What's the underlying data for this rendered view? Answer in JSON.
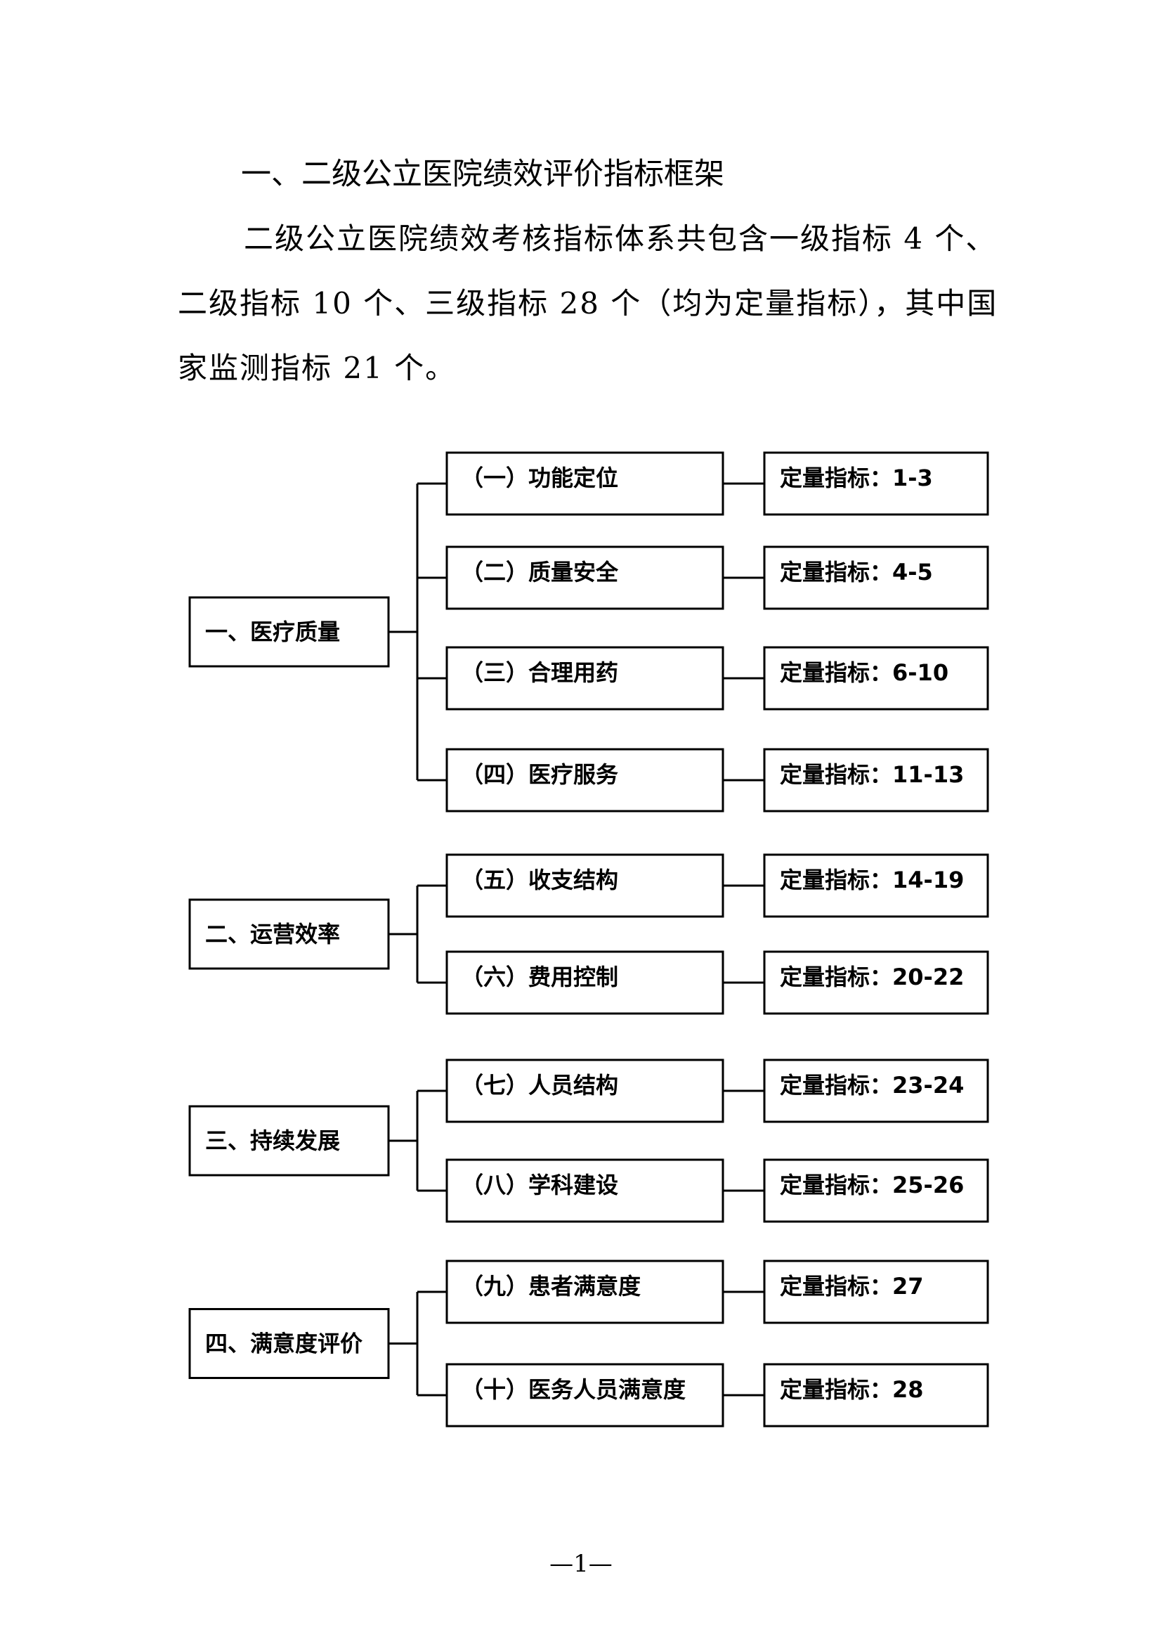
{
  "document": {
    "heading": "一、二级公立医院绩效评价指标框架",
    "paragraph_lines": [
      "二级公立医院绩效考核指标体系共包含一级指标 4 个、",
      "二级指标 10 个、三级指标 28 个（均为定量指标），其中国",
      "家监测指标 21 个。"
    ],
    "page_number": "—1—"
  },
  "framework": {
    "groups": [
      {
        "label": "一、医疗质量",
        "children": [
          {
            "label": "（一）功能定位",
            "indicator": "定量指标：1-3"
          },
          {
            "label": "（二）质量安全",
            "indicator": "定量指标：4-5"
          },
          {
            "label": "（三）合理用药",
            "indicator": "定量指标：6-10"
          },
          {
            "label": "（四）医疗服务",
            "indicator": "定量指标：11-13"
          }
        ]
      },
      {
        "label": "二、运营效率",
        "children": [
          {
            "label": "（五）收支结构",
            "indicator": "定量指标：14-19"
          },
          {
            "label": "（六）费用控制",
            "indicator": "定量指标：20-22"
          }
        ]
      },
      {
        "label": "三、持续发展",
        "children": [
          {
            "label": "（七）人员结构",
            "indicator": "定量指标：23-24"
          },
          {
            "label": "（八）学科建设",
            "indicator": "定量指标：25-26"
          }
        ]
      },
      {
        "label": "四、满意度评价",
        "children": [
          {
            "label": "（九）患者满意度",
            "indicator": "定量指标：27"
          },
          {
            "label": "（十）医务人员满意度",
            "indicator": "定量指标：28"
          }
        ]
      }
    ]
  }
}
